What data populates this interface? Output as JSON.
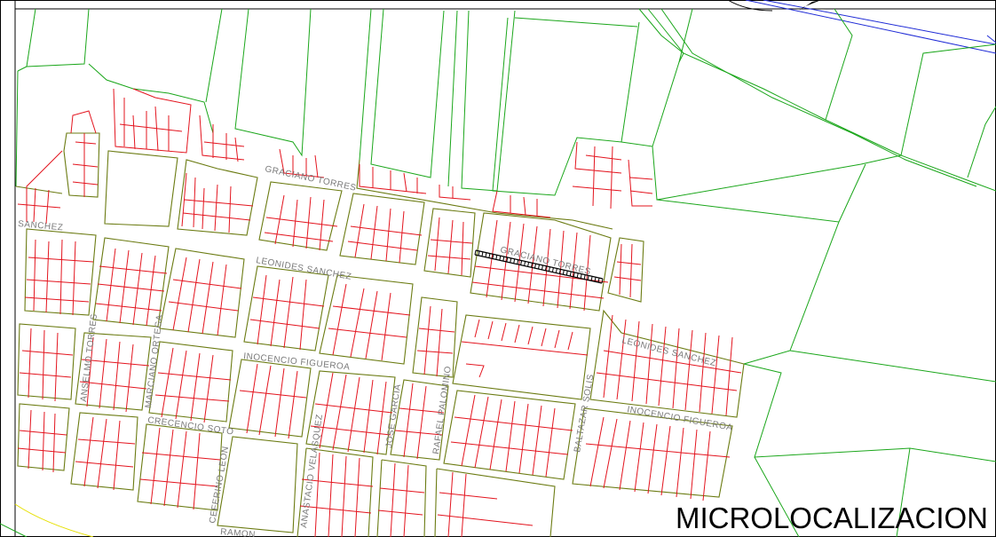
{
  "map": {
    "title": "MICROLOCALIZACION",
    "streets": {
      "graciano_torres_west": "GRACIANO TORRES",
      "graciano_torres_east": "GRACIANO TORRES",
      "leonides_sanchez_west": "SANCHEZ",
      "leonides_sanchez_center": "LEONIDES SANCHEZ",
      "leonides_sanchez_east": "LEONIDES SANCHEZ",
      "inocencio_figueroa_west": "INOCENCIO FIGUEROA",
      "inocencio_figueroa_east": "INOCENCIO FIGUEROA",
      "anselmo_torres": "ANSELMO TORRES",
      "marciano_ortega": "MARCIANO ORTEGA",
      "crecencio_soto": "CRECENCIO SOTO",
      "ceferino_leon": "CEFERINO LEON",
      "anastacio_velasquez": "ANASTACIO VELASQUEZ",
      "jose_garcia": "JOSE GARCIA",
      "rafael_palomino": "RAFAEL PALOMINO",
      "baltazar_solis": "BALTAZAR SOLIS",
      "ramon": "RAMON"
    },
    "colors": {
      "parcel_boundary": "#1aa61a",
      "block_outline": "#6b7b12",
      "lot_division": "#e3141e",
      "road_highway": "#1f2bd6",
      "marker": "#000000"
    }
  }
}
